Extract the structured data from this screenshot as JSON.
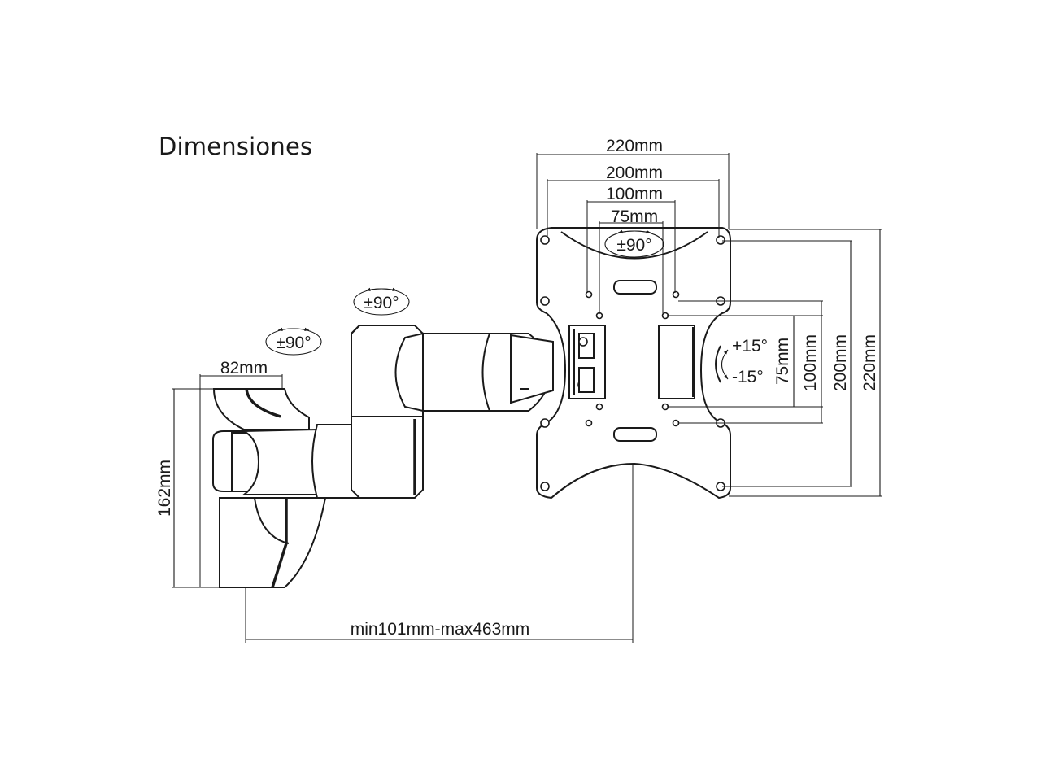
{
  "title": "Dimensiones",
  "plate_widths": {
    "w220": "220mm",
    "w200": "200mm",
    "w100": "100mm",
    "w75": "75mm"
  },
  "plate_heights": {
    "h75": "75mm",
    "h100": "100mm",
    "h200": "200mm",
    "h220": "220mm"
  },
  "wall_plate": {
    "width": "82mm",
    "height": "162mm"
  },
  "extension": "min101mm-max463mm",
  "rotations": {
    "plate": "±90°",
    "arm_joint": "±90°",
    "wall_joint": "±90°"
  },
  "tilt": {
    "up": "+15°",
    "down": "-15°"
  }
}
